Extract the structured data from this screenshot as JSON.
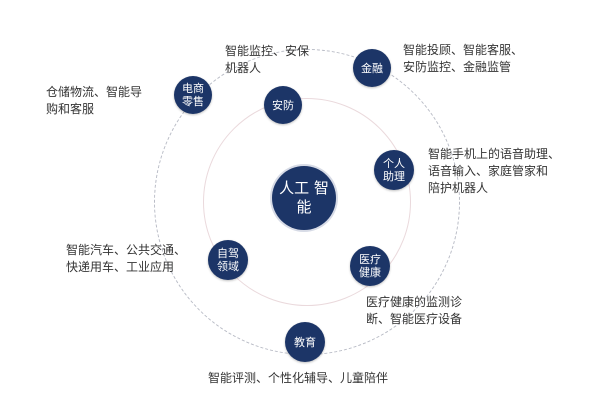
{
  "center": {
    "line1": "人工",
    "line2": "智能"
  },
  "nodes": {
    "security": {
      "line1": "安防"
    },
    "finance": {
      "line1": "金融"
    },
    "ecommerce": {
      "line1": "电商",
      "line2": "零售"
    },
    "assistant": {
      "line1": "个人",
      "line2": "助理"
    },
    "autonomous": {
      "line1": "自驾",
      "line2": "领域"
    },
    "medical": {
      "line1": "医疗",
      "line2": "健康"
    },
    "education": {
      "line1": "教育"
    }
  },
  "descriptions": {
    "security": {
      "line1": "智能监控、安保",
      "line2": "机器人"
    },
    "finance": {
      "line1": "智能投顾、智能客服、",
      "line2": "安防监控、金融监管"
    },
    "ecommerce": {
      "line1": "仓储物流、智能导",
      "line2": "购和客服"
    },
    "assistant": {
      "line1": "智能手机上的语音助理、",
      "line2": "语音输入、家庭管家和",
      "line3": "陪护机器人"
    },
    "autonomous": {
      "line1": "智能汽车、公共交通、",
      "line2": "快递用车、工业应用"
    },
    "medical": {
      "line1": "医疗健康的监测诊",
      "line2": "断、智能医疗设备"
    },
    "education": {
      "line1": "智能评测、个性化辅导、儿童陪伴"
    }
  }
}
